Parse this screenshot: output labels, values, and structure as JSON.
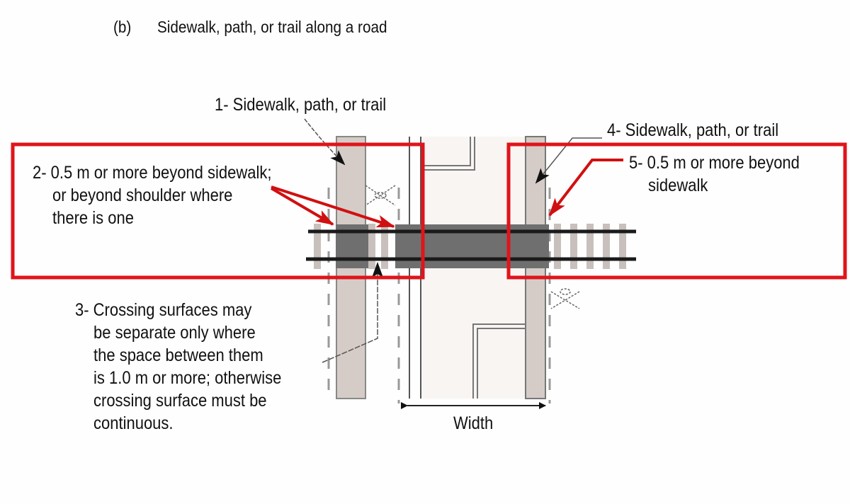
{
  "figure": {
    "panel_label": "(b)",
    "title": "Sidewalk, path, or trail along a road"
  },
  "labels": {
    "label1": "1- Sidewalk, path, or trail",
    "label2": [
      "2- 0.5 m or more beyond sidewalk;",
      "or beyond shoulder where",
      "there is one"
    ],
    "label3": [
      "3- Crossing surfaces may",
      "be separate only where",
      "the space between them",
      "is 1.0 m or more; otherwise",
      "crossing surface must be",
      "continuous."
    ],
    "label4": "4- Sidewalk, path, or trail",
    "label5": [
      "5- 0.5 m or more beyond",
      "sidewalk"
    ],
    "width": "Width"
  },
  "colors": {
    "highlight": "#e0141b",
    "sidewalk": "#d5ccc7",
    "crossing_surface": "#6f6f6f",
    "rail": "#1a1a1a"
  }
}
